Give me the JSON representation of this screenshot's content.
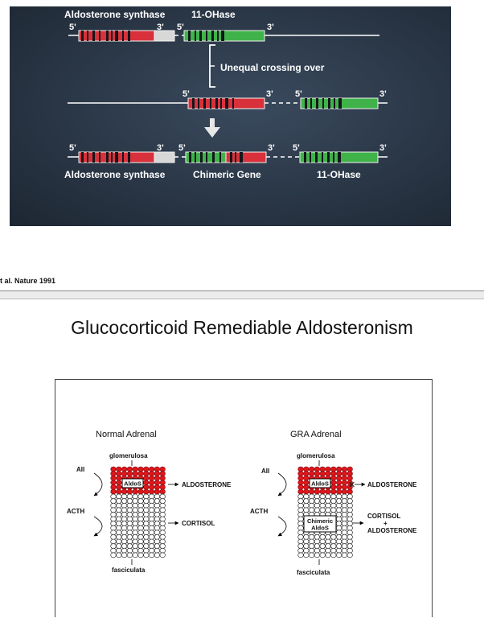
{
  "slide": {
    "top_left_label": "Aldosterone synthase",
    "top_right_label": "11-OHase",
    "crossing_label": "Unequal crossing over",
    "bottom_label_left": "Aldosterone synthase",
    "bottom_label_mid": "Chimeric Gene",
    "bottom_label_right": "11-OHase",
    "five_prime": "5'",
    "three_prime": "3'",
    "colors": {
      "background": "#2b3848",
      "aldosterone_gene": "#d8313b",
      "hydroxylase_gene": "#3fb34a"
    }
  },
  "citation": "t al. Nature 1991",
  "page_title": "Glucocorticoid Remediable Aldosteronism",
  "diagram": {
    "normal": {
      "title": "Normal Adrenal",
      "zone_top": "glomerulosa",
      "zone_bottom": "fasciculata",
      "enzyme": "AldoS",
      "stimulus_1": "AII",
      "stimulus_2": "ACTH",
      "product_1": "ALDOSTERONE",
      "product_2": "CORTISOL"
    },
    "gra": {
      "title": "GRA Adrenal",
      "zone_top": "glomerulosa",
      "zone_bottom": "fasciculata",
      "enzyme": "AldoS",
      "chimeric_line1": "Chimeric",
      "chimeric_line2": "AldoS",
      "stimulus_1": "AII",
      "stimulus_2": "ACTH",
      "product_1": "ALDOSTERONE",
      "product_2": "CORTISOL",
      "product_plus": "+",
      "product_3": "ALDOSTERONE",
      "blocked_mark": "✕"
    },
    "colors": {
      "glomerulosa_cells": "#e0161c"
    }
  }
}
